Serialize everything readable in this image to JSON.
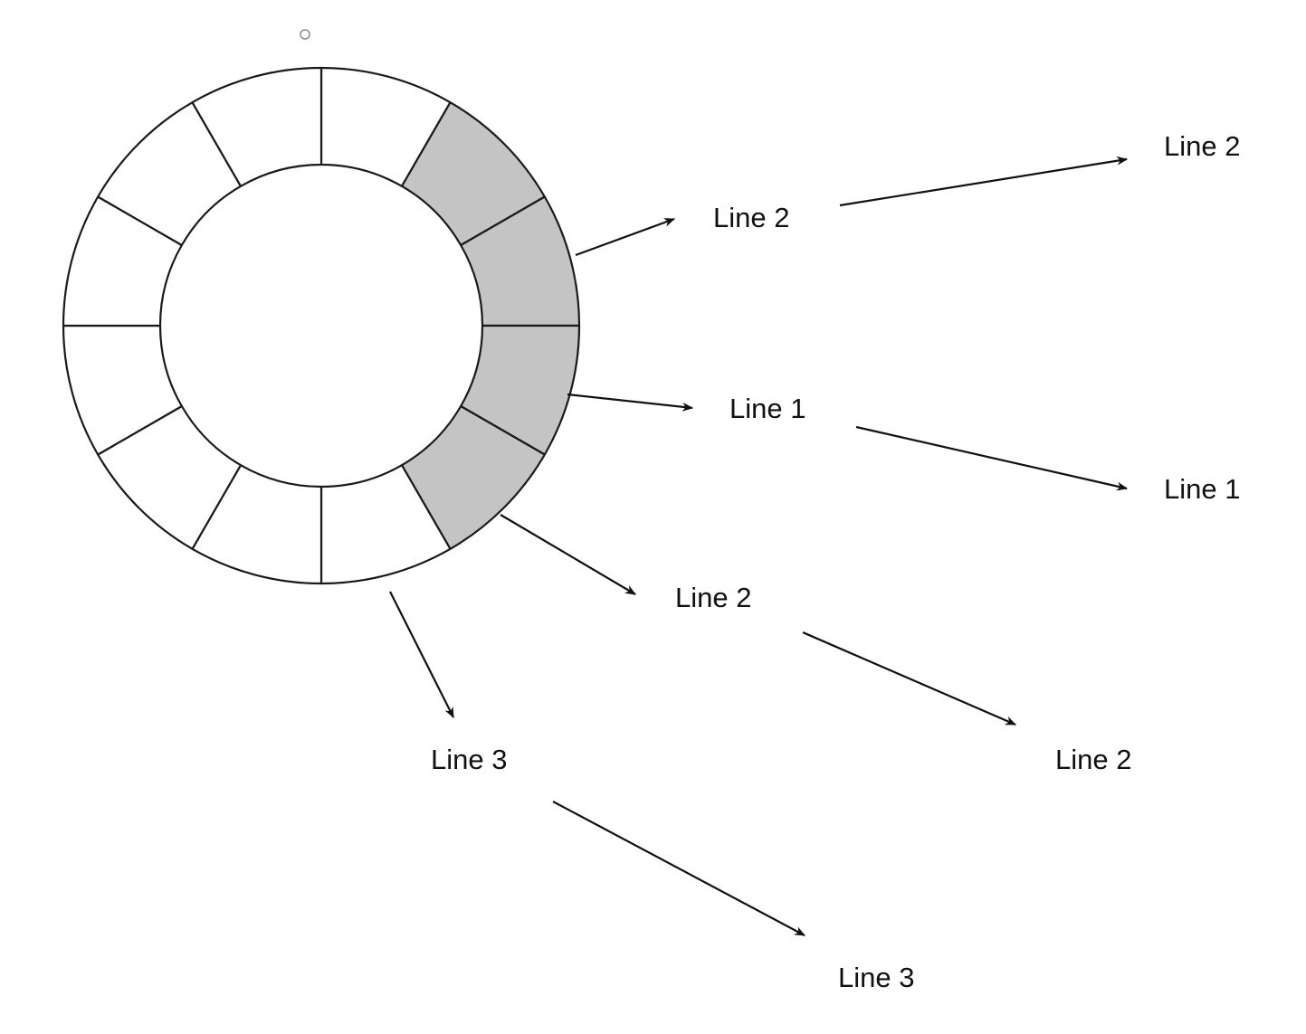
{
  "diagram": {
    "ring": {
      "segment_count": 12,
      "shaded_segments": [
        1,
        2,
        3,
        4
      ]
    },
    "colors": {
      "stroke": "#1a1a1a",
      "shaded_fill": "#c4c4c4",
      "segment_fill": "#ffffff",
      "text": "#111111"
    },
    "labels": {
      "a": "Line 2",
      "b": "Line 2",
      "c": "Line 1",
      "d": "Line 1",
      "e": "Line 2",
      "f": "Line 2",
      "g": "Line 3",
      "h": "Line 3"
    }
  }
}
